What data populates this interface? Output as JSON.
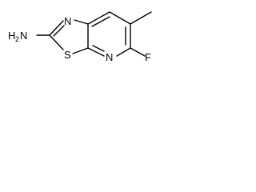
{
  "molecule": {
    "atoms": {
      "n_thiazole": "N",
      "s_thiazole": "S",
      "n_pyridine": "N",
      "fluorine": "F",
      "amine_n": "N",
      "amine_h": "H",
      "amine_h_count": "2"
    },
    "colors": {
      "bond": "#000000",
      "background": "#ffffff"
    }
  }
}
